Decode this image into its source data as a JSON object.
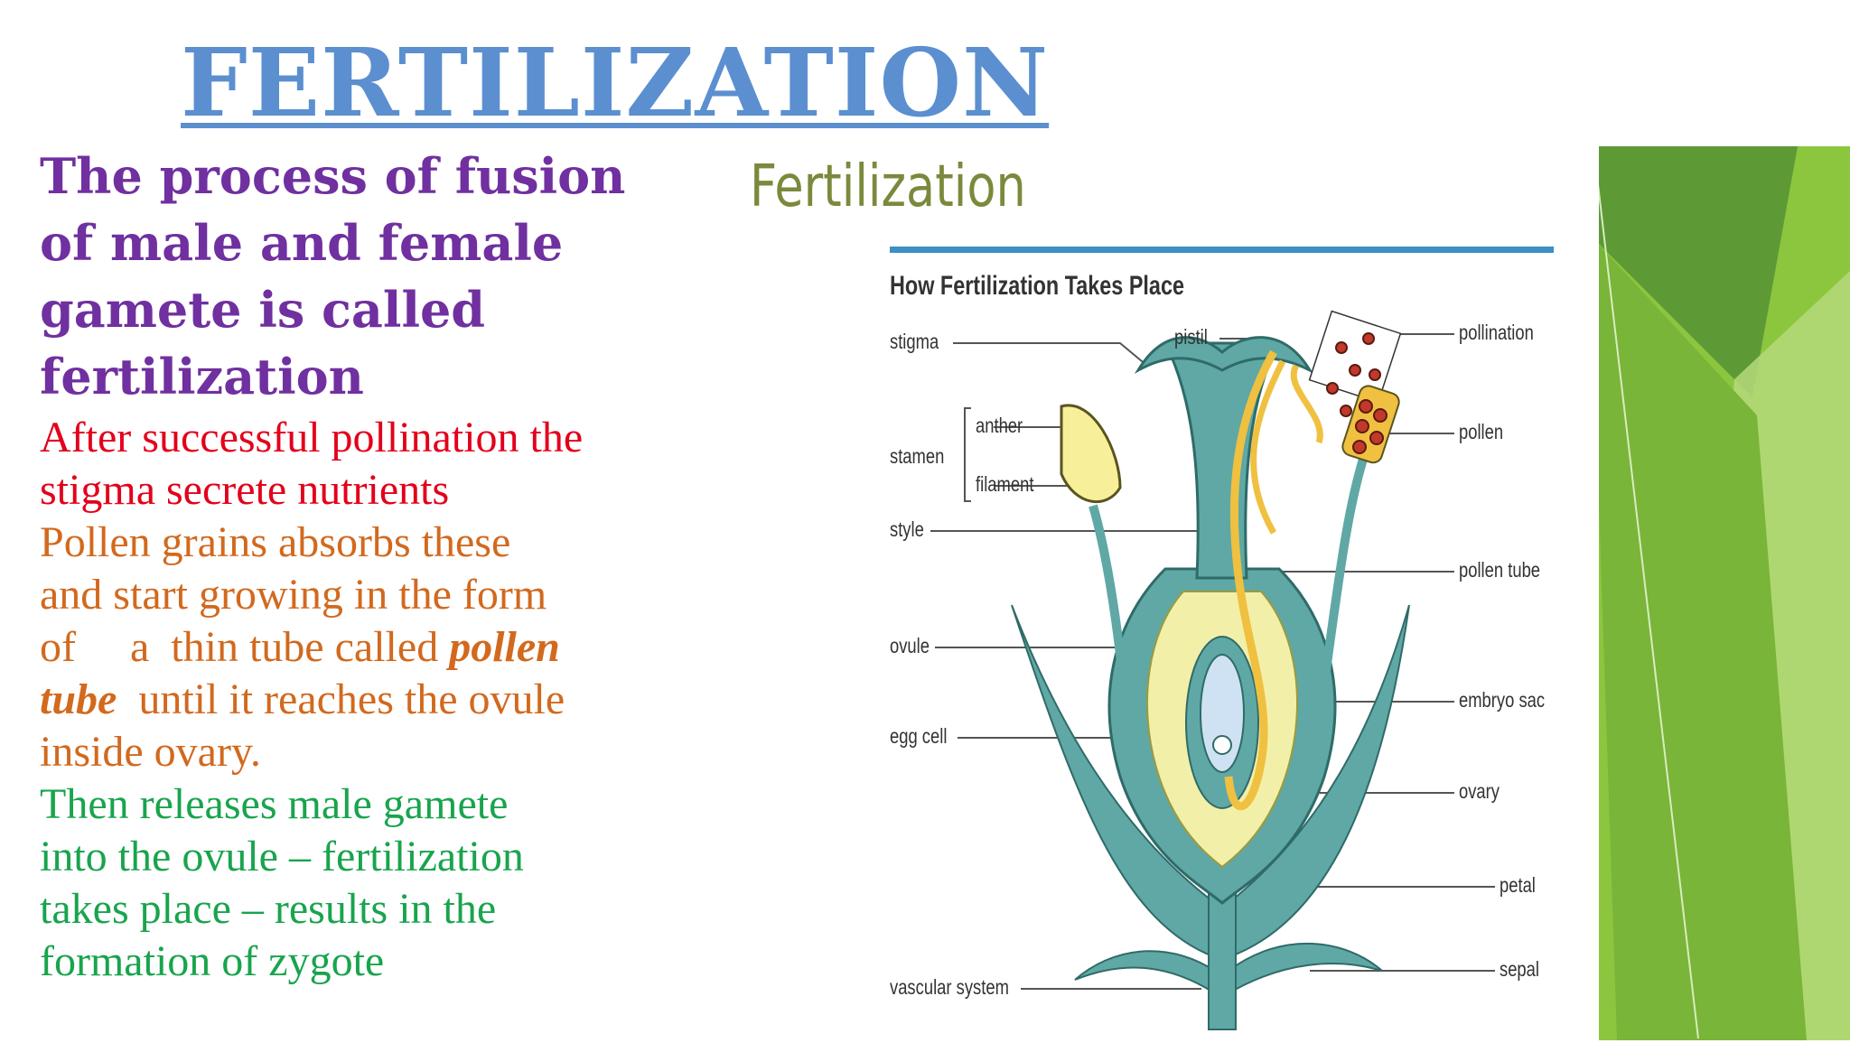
{
  "slide": {
    "title": "FERTILIZATION",
    "definition": [
      "The process of fusion",
      "of male and female",
      "gamete  is called",
      "fertilization"
    ],
    "para_red": [
      "After successful pollination the",
      "stigma secrete nutrients"
    ],
    "para_orange_1": [
      "Pollen grains absorbs these",
      "and  start growing in the form",
      "of     a  thin tube called "
    ],
    "para_orange_em1": "pollen",
    "para_orange_em2": "tube",
    "para_orange_2": "  until it reaches the ovule",
    "para_orange_3": "inside  ovary.",
    "para_green": [
      "Then releases male gamete",
      "into  the ovule – fertilization",
      "takes  place – results in the",
      "formation  of zygote"
    ]
  },
  "diagram": {
    "title": "Fertilization",
    "subtitle": "How Fertilization Takes Place",
    "labels_left": {
      "stigma": "stigma",
      "stamen": "stamen",
      "anther": "anther",
      "filament": "filament",
      "style": "style",
      "ovule": "ovule",
      "egg_cell": "egg cell",
      "vascular_system": "vascular system",
      "pistil": "pistil"
    },
    "labels_right": {
      "pollination": "pollination",
      "pollen": "pollen",
      "pollen_tube": "pollen tube",
      "embryo_sac": "embryo sac",
      "ovary": "ovary",
      "petal": "petal",
      "sepal": "sepal"
    },
    "colors": {
      "flower_teal": "#5fa8a5",
      "pistil_yellow": "#f2f0a8",
      "pollen_tube": "#f0c040",
      "pollen_dots": "#c0392b",
      "rule_blue": "#3d8fc4"
    }
  },
  "theme": {
    "green_dark": "#6aa136",
    "green_mid": "#8cc63f",
    "green_light": "#b5d97a",
    "title_blue": "#5b8fd0"
  }
}
